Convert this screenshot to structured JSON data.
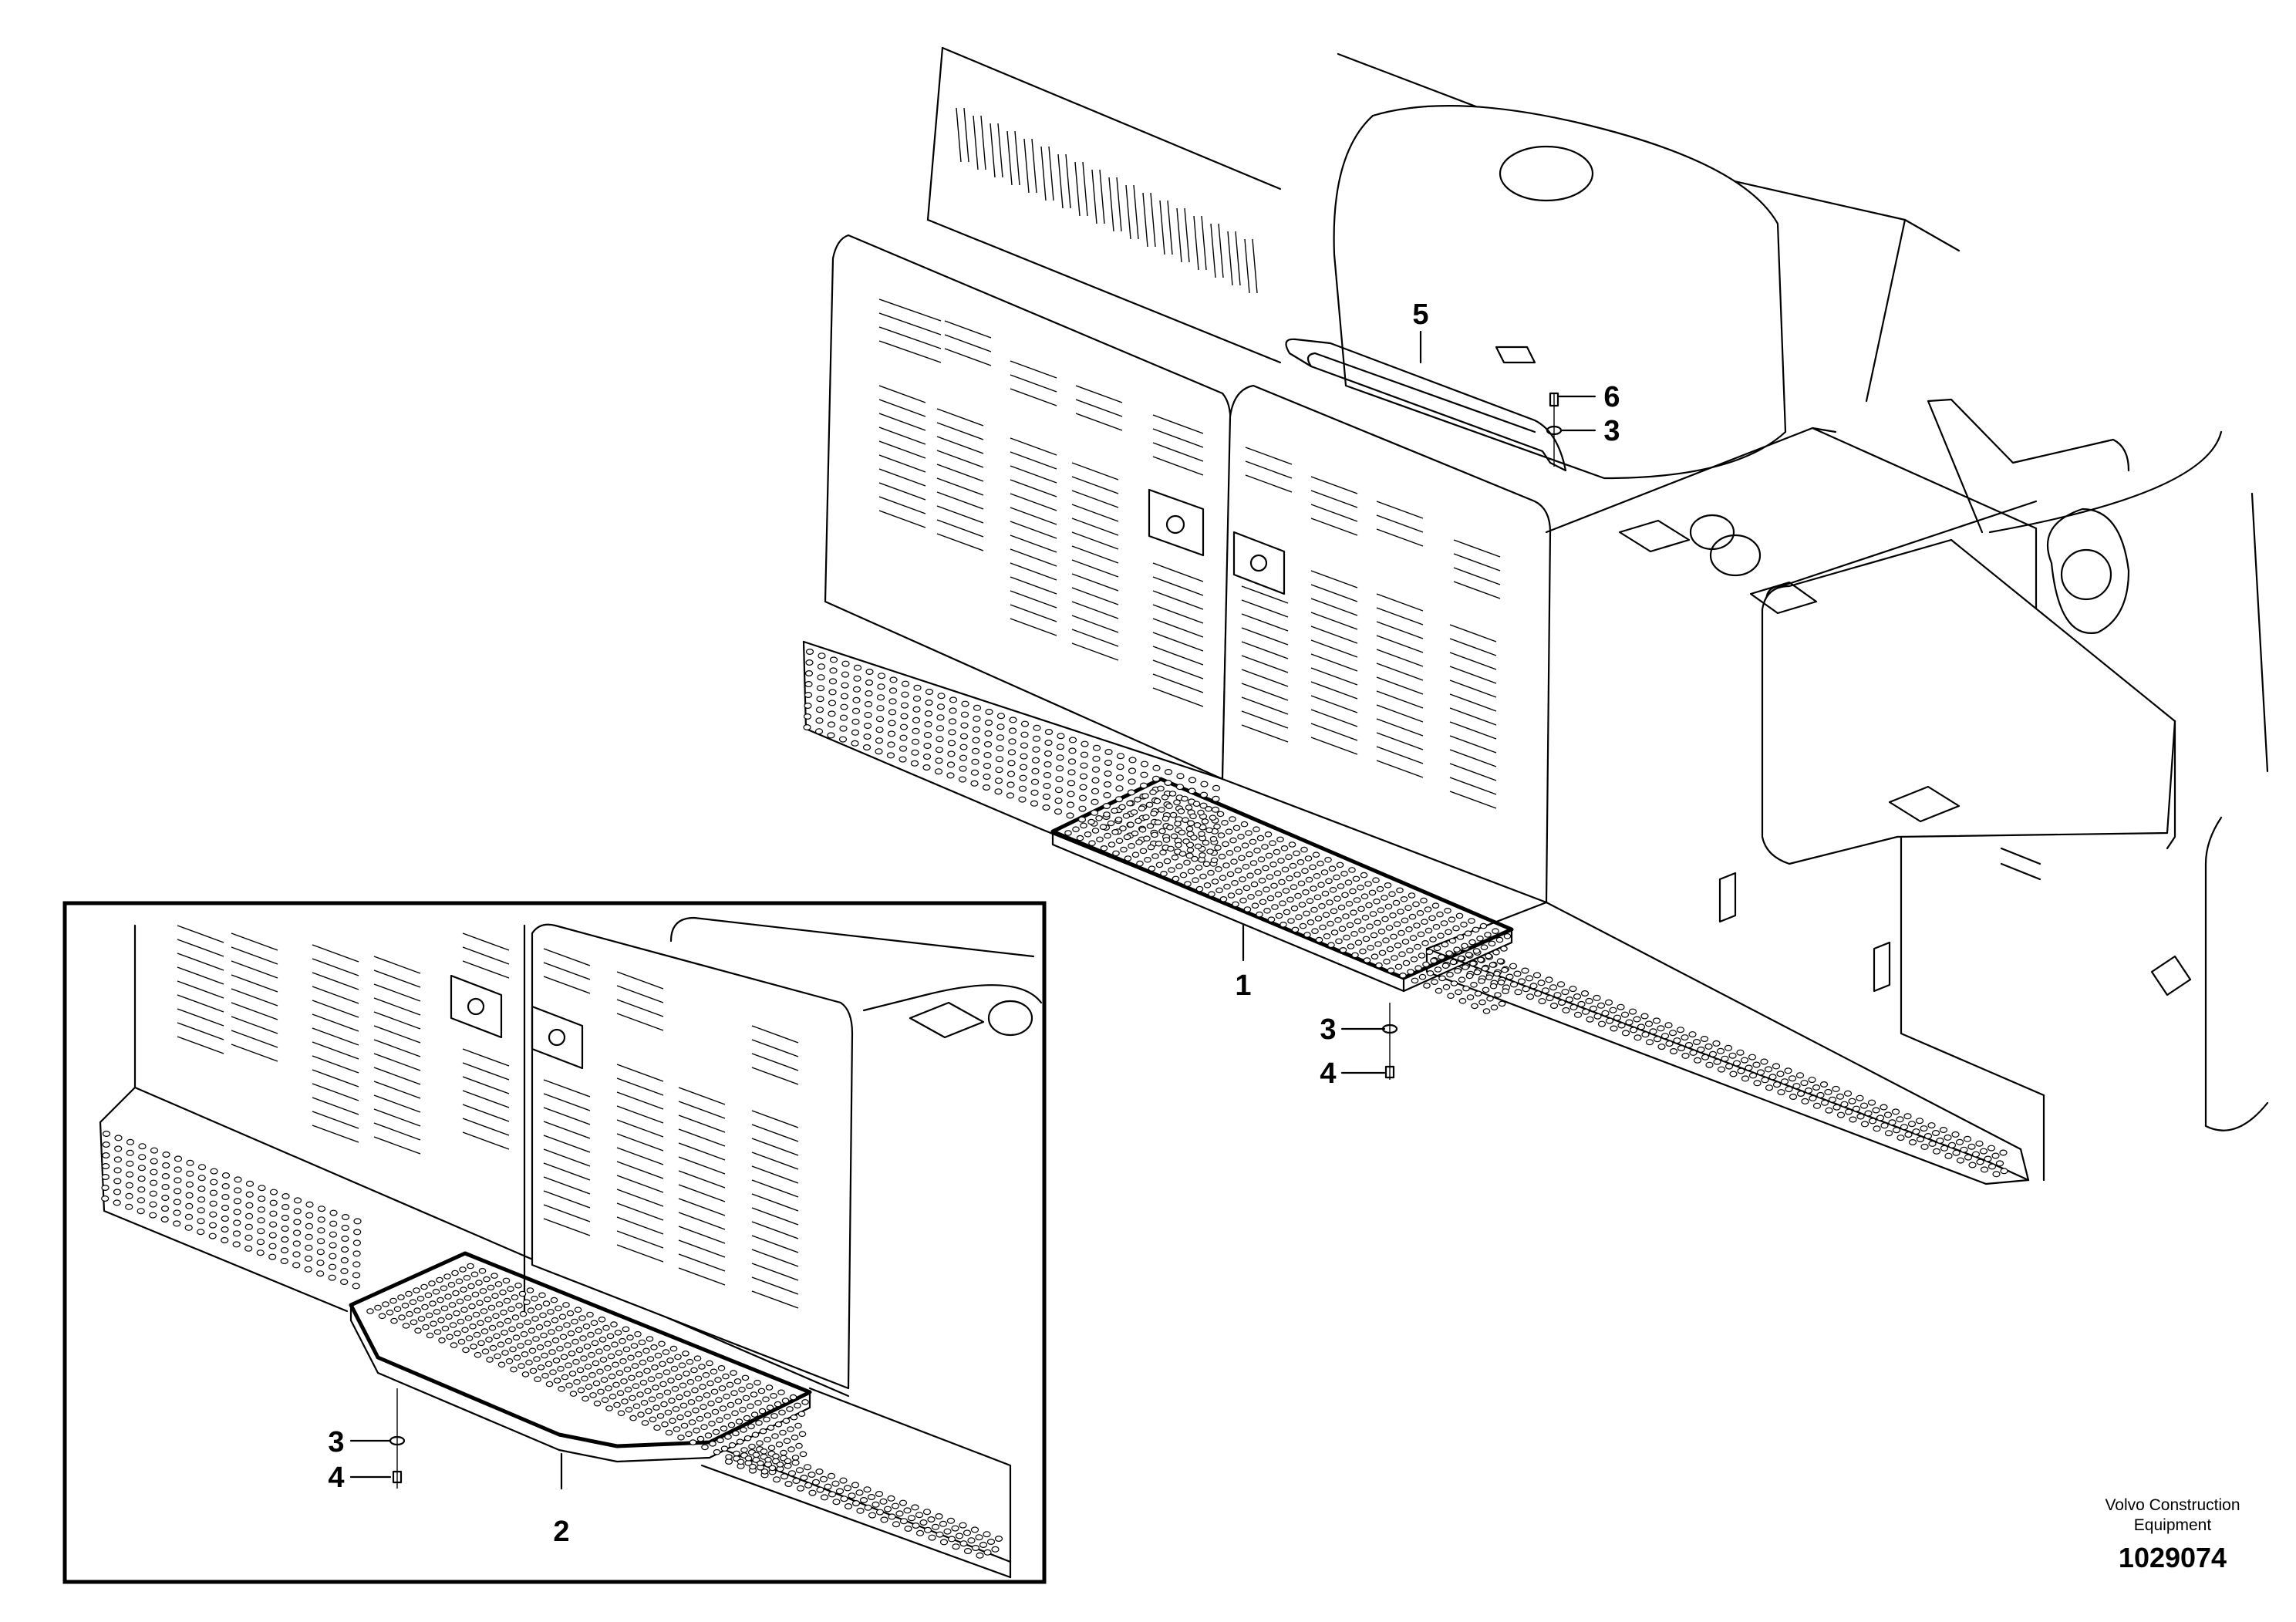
{
  "callouts": {
    "c1": "1",
    "c2": "2",
    "c3_bolt_main": "3",
    "c4_bolt_main": "4",
    "c5": "5",
    "c6": "6",
    "c3_handrail": "3",
    "c3_detail": "3",
    "c4_detail": "4"
  },
  "footer": {
    "brand_line1": "Volvo Construction",
    "brand_line2": "Equipment",
    "document_number": "1029074"
  }
}
